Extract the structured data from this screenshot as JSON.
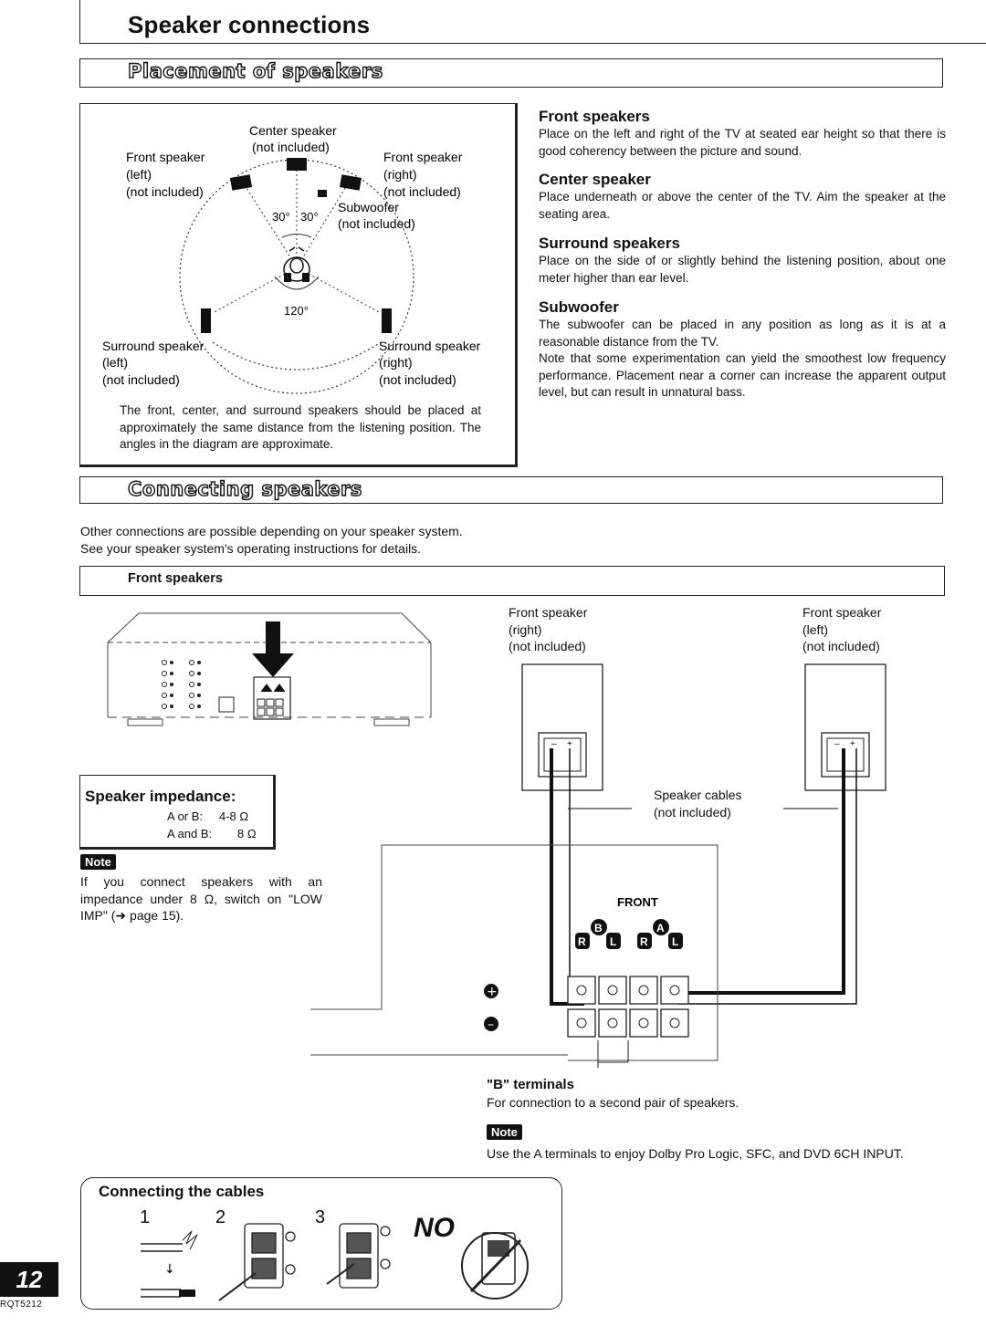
{
  "page": {
    "title": "Speaker connections",
    "number": "12",
    "doc_code": "RQT5212"
  },
  "placement": {
    "heading": "Placement of speakers",
    "diagram": {
      "center_label": "Center speaker",
      "center_note": "(not included)",
      "front_left_label": "Front speaker",
      "front_left_side": "(left)",
      "front_left_note": "(not included)",
      "front_right_label": "Front speaker",
      "front_right_side": "(right)",
      "front_right_note": "(not included)",
      "subwoofer_label": "Subwoofer",
      "subwoofer_note": "(not included)",
      "angle_left": "30°",
      "angle_right": "30°",
      "angle_rear": "120°",
      "surround_left_label": "Surround speaker",
      "surround_left_side": "(left)",
      "surround_left_note": "(not included)",
      "surround_right_label": "Surround speaker",
      "surround_right_side": "(right)",
      "surround_right_note": "(not included)",
      "caption": "The front, center, and surround speakers should be placed at approximately the same distance from the listening position. The angles in the diagram are approximate."
    },
    "descriptions": [
      {
        "title": "Front speakers",
        "text": "Place on the left and right of the TV at seated ear height so that there is good coherency between the picture and sound."
      },
      {
        "title": "Center speaker",
        "text": "Place underneath or above the center of the TV. Aim the speaker at the seating area."
      },
      {
        "title": "Surround speakers",
        "text": "Place on the side of or slightly behind the listening position, about one meter higher than ear level."
      },
      {
        "title": "Subwoofer",
        "text": "The subwoofer can be placed in any position as long as it is at a reasonable distance from the TV.",
        "text2": "Note that some experimentation can yield the smoothest low frequency performance. Placement near a corner can increase the apparent output level, but can result in unnatural bass."
      }
    ]
  },
  "connecting": {
    "heading": "Connecting speakers",
    "intro1": "Other connections are possible depending on your speaker system.",
    "intro2": "See your speaker system's operating instructions for details.",
    "front_bar_label": "Front speakers",
    "speaker_right_label": "Front speaker",
    "speaker_right_side": "(right)",
    "speaker_right_note": "(not included)",
    "speaker_left_label": "Front speaker",
    "speaker_left_side": "(left)",
    "speaker_left_note": "(not included)",
    "cables_label": "Speaker cables",
    "cables_note": "(not included)",
    "front_terminal_label": "FRONT",
    "terminal_b": "B",
    "terminal_a": "A",
    "terminal_r": "R",
    "terminal_l": "L",
    "impedance": {
      "heading": "Speaker impedance:",
      "row1_label": "A or B:",
      "row1_value": "4-8 Ω",
      "row2_label": "A and B:",
      "row2_value": "8 Ω"
    },
    "note1": {
      "badge": "Note",
      "text": "If you connect speakers with an impedance under 8 Ω, switch on \"LOW IMP\" (➜ page 15)."
    },
    "b_terminals_title": "\"B\" terminals",
    "b_terminals_text": "For connection to a second pair of speakers.",
    "note2": {
      "badge": "Note",
      "text": "Use the A terminals to enjoy Dolby Pro Logic, SFC, and DVD 6CH INPUT."
    }
  },
  "cables": {
    "heading": "Connecting the cables",
    "step1": "1",
    "step2": "2",
    "step3": "3",
    "no_label": "NO"
  }
}
